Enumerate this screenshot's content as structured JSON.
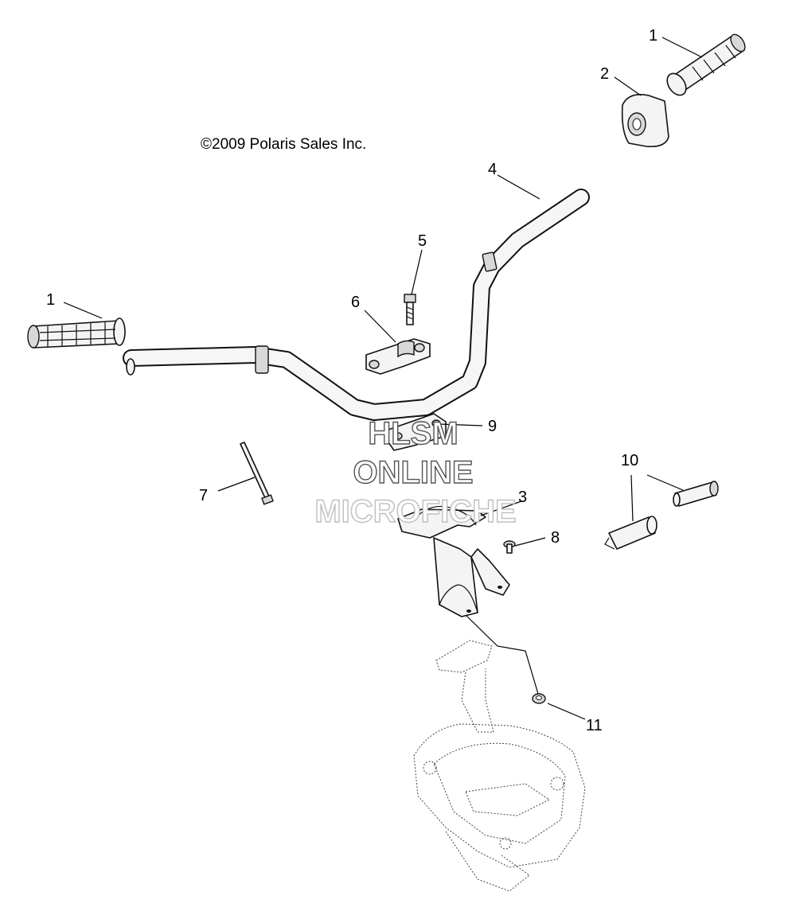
{
  "copyright": "©2009 Polaris Sales Inc.",
  "watermark": {
    "line1": "HLSM",
    "line2": "ONLINE",
    "line3": "MICROFICHE"
  },
  "callouts": {
    "grip_right": "1",
    "grip_left": "1",
    "pad": "2",
    "bracket": "3",
    "handlebar": "4",
    "bolt": "5",
    "clamp_upper": "6",
    "tie_strap": "7",
    "screw": "8",
    "clamp_lower": "9",
    "end_plugs": "10",
    "nut": "11"
  }
}
